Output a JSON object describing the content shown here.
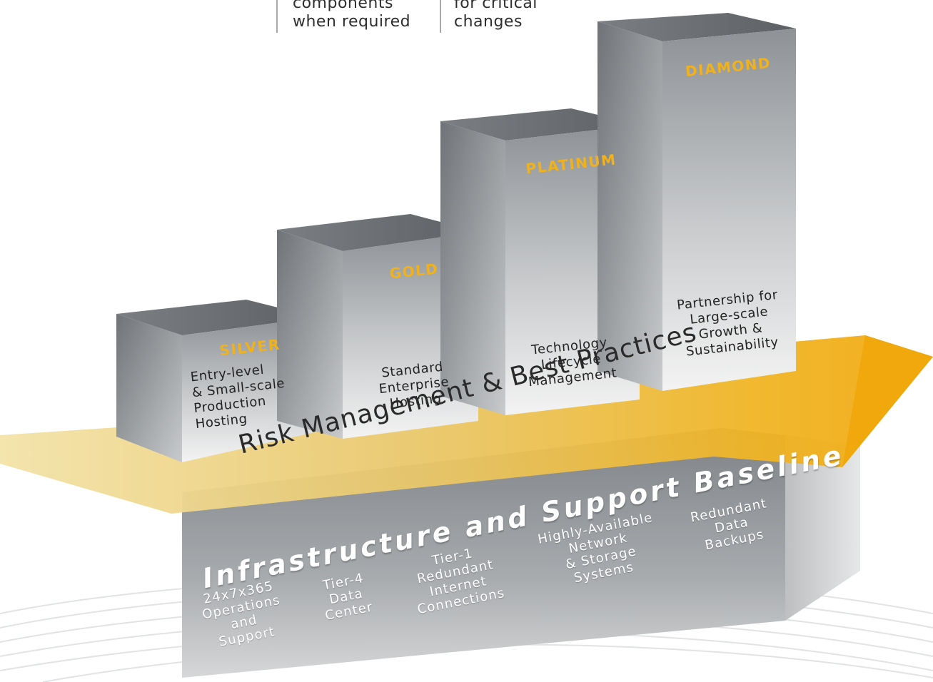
{
  "top_text": {
    "left": "components\nwhen required",
    "right": "for critical\nchanges"
  },
  "tiers": [
    {
      "name": "SILVER",
      "description": "Entry-level\n& Small-scale\nProduction\nHosting"
    },
    {
      "name": "GOLD",
      "description": "Standard\nEnterprise\nHosting"
    },
    {
      "name": "PLATINUM",
      "description": "Technology\nLifecycle\nManagement"
    },
    {
      "name": "DIAMOND",
      "description": "Partnership for\nLarge-scale\nGrowth &\nSustainability"
    }
  ],
  "risk_band": "Risk Management & Best Practices",
  "baseline": {
    "title": "Infrastructure and Support Baseline",
    "items": [
      "24x7x365\nOperations\nand\nSupport",
      "Tier-4\nData\nCenter",
      "Tier-1\nRedundant\nInternet\nConnections",
      "Highly-Available\nNetwork\n& Storage\nSystems",
      "Redundant\nData\nBackups"
    ]
  },
  "colors": {
    "accent_gold": "#f0b21c",
    "box_gray": "#9a9ea2",
    "text_dark": "#222222",
    "text_light": "#ffffff"
  }
}
